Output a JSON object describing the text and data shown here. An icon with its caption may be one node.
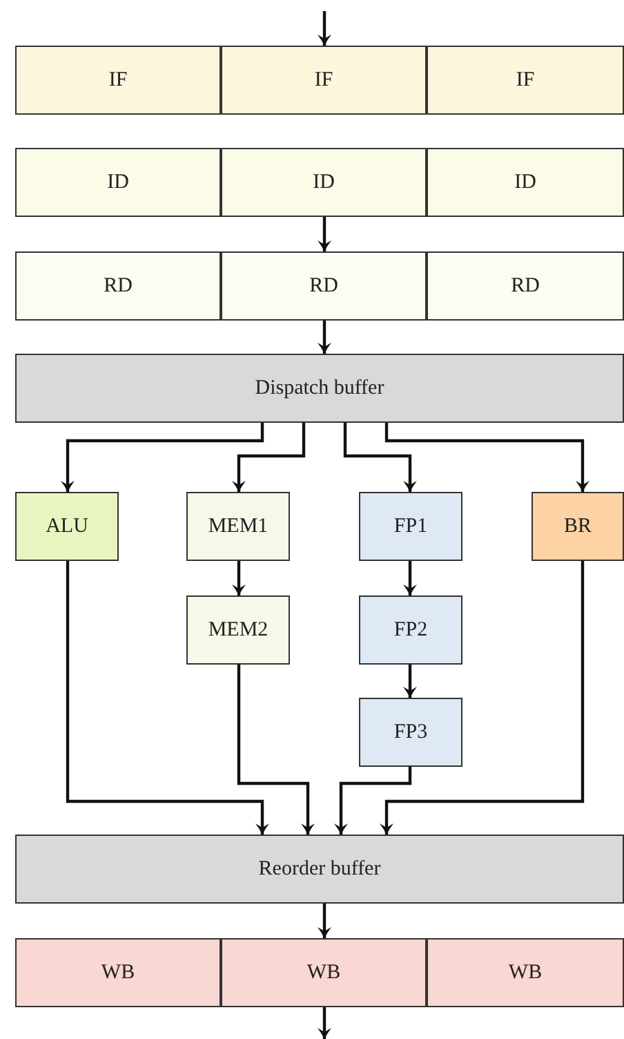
{
  "diagram": {
    "nodes": [
      {
        "text": [
          "IF"
        ]
      },
      {
        "text": [
          "IF"
        ]
      },
      {
        "text": [
          "IF"
        ]
      },
      {
        "text": [
          "ID"
        ]
      },
      {
        "text": [
          "ID"
        ]
      },
      {
        "text": [
          "ID"
        ]
      },
      {
        "text": [
          "RD"
        ]
      },
      {
        "text": [
          "RD"
        ]
      },
      {
        "text": [
          "RD"
        ]
      },
      {
        "text": [
          "Dispatch buffer"
        ]
      },
      {
        "text": [
          "ALU"
        ]
      },
      {
        "text": [
          "MEM1"
        ]
      },
      {
        "text": [
          "FP1"
        ]
      },
      {
        "text": [
          "BR"
        ]
      },
      {
        "text": [
          "MEM2"
        ]
      },
      {
        "text": [
          "FP2"
        ]
      },
      {
        "text": [
          "FP3"
        ]
      },
      {
        "text": [
          "Reorder buffer"
        ]
      },
      {
        "text": [
          "WB"
        ]
      },
      {
        "text": [
          "WB"
        ]
      },
      {
        "text": [
          "WB"
        ]
      }
    ],
    "edges": [
      {
        "from": null,
        "to": 1,
        "arrow": "to"
      },
      {
        "from": 4,
        "to": 7,
        "arrow": "to"
      },
      {
        "from": 7,
        "to": 9,
        "arrow": "to"
      },
      {
        "from": 9,
        "to": 10,
        "arrow": "to"
      },
      {
        "from": 9,
        "to": 11,
        "arrow": "to"
      },
      {
        "from": 9,
        "to": 12,
        "arrow": "to"
      },
      {
        "from": 9,
        "to": 13,
        "arrow": "to"
      },
      {
        "from": 11,
        "to": 14,
        "arrow": "to"
      },
      {
        "from": 12,
        "to": 15,
        "arrow": "to"
      },
      {
        "from": 15,
        "to": 16,
        "arrow": "to"
      },
      {
        "from": 10,
        "to": 17,
        "arrow": "to"
      },
      {
        "from": 14,
        "to": 17,
        "arrow": "to"
      },
      {
        "from": 16,
        "to": 17,
        "arrow": "to"
      },
      {
        "from": 13,
        "to": 17,
        "arrow": "to"
      },
      {
        "from": 17,
        "to": 19,
        "arrow": "to"
      },
      {
        "from": 19,
        "to": null,
        "arrow": "to"
      }
    ]
  }
}
